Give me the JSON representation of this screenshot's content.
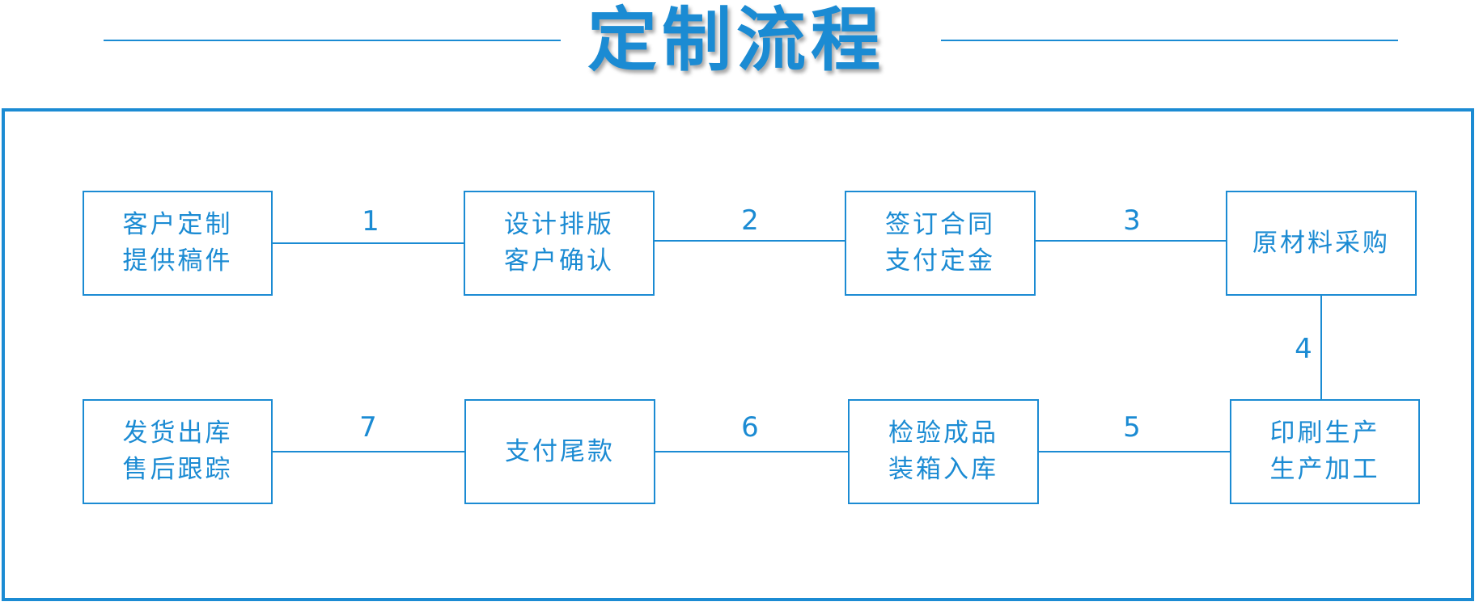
{
  "title": "定制流程",
  "colors": {
    "accent": "#1b8bd3",
    "background": "#ffffff"
  },
  "steps": [
    {
      "lines": [
        "客户定制",
        "提供稿件"
      ]
    },
    {
      "lines": [
        "设计排版",
        "客户确认"
      ]
    },
    {
      "lines": [
        "签订合同",
        "支付定金"
      ]
    },
    {
      "lines": [
        "原材料采购"
      ]
    },
    {
      "lines": [
        "印刷生产",
        "生产加工"
      ]
    },
    {
      "lines": [
        "检验成品",
        "装箱入库"
      ]
    },
    {
      "lines": [
        "支付尾款"
      ]
    },
    {
      "lines": [
        "发货出库",
        "售后跟踪"
      ]
    }
  ],
  "connectors": [
    "1",
    "2",
    "3",
    "4",
    "5",
    "6",
    "7"
  ]
}
